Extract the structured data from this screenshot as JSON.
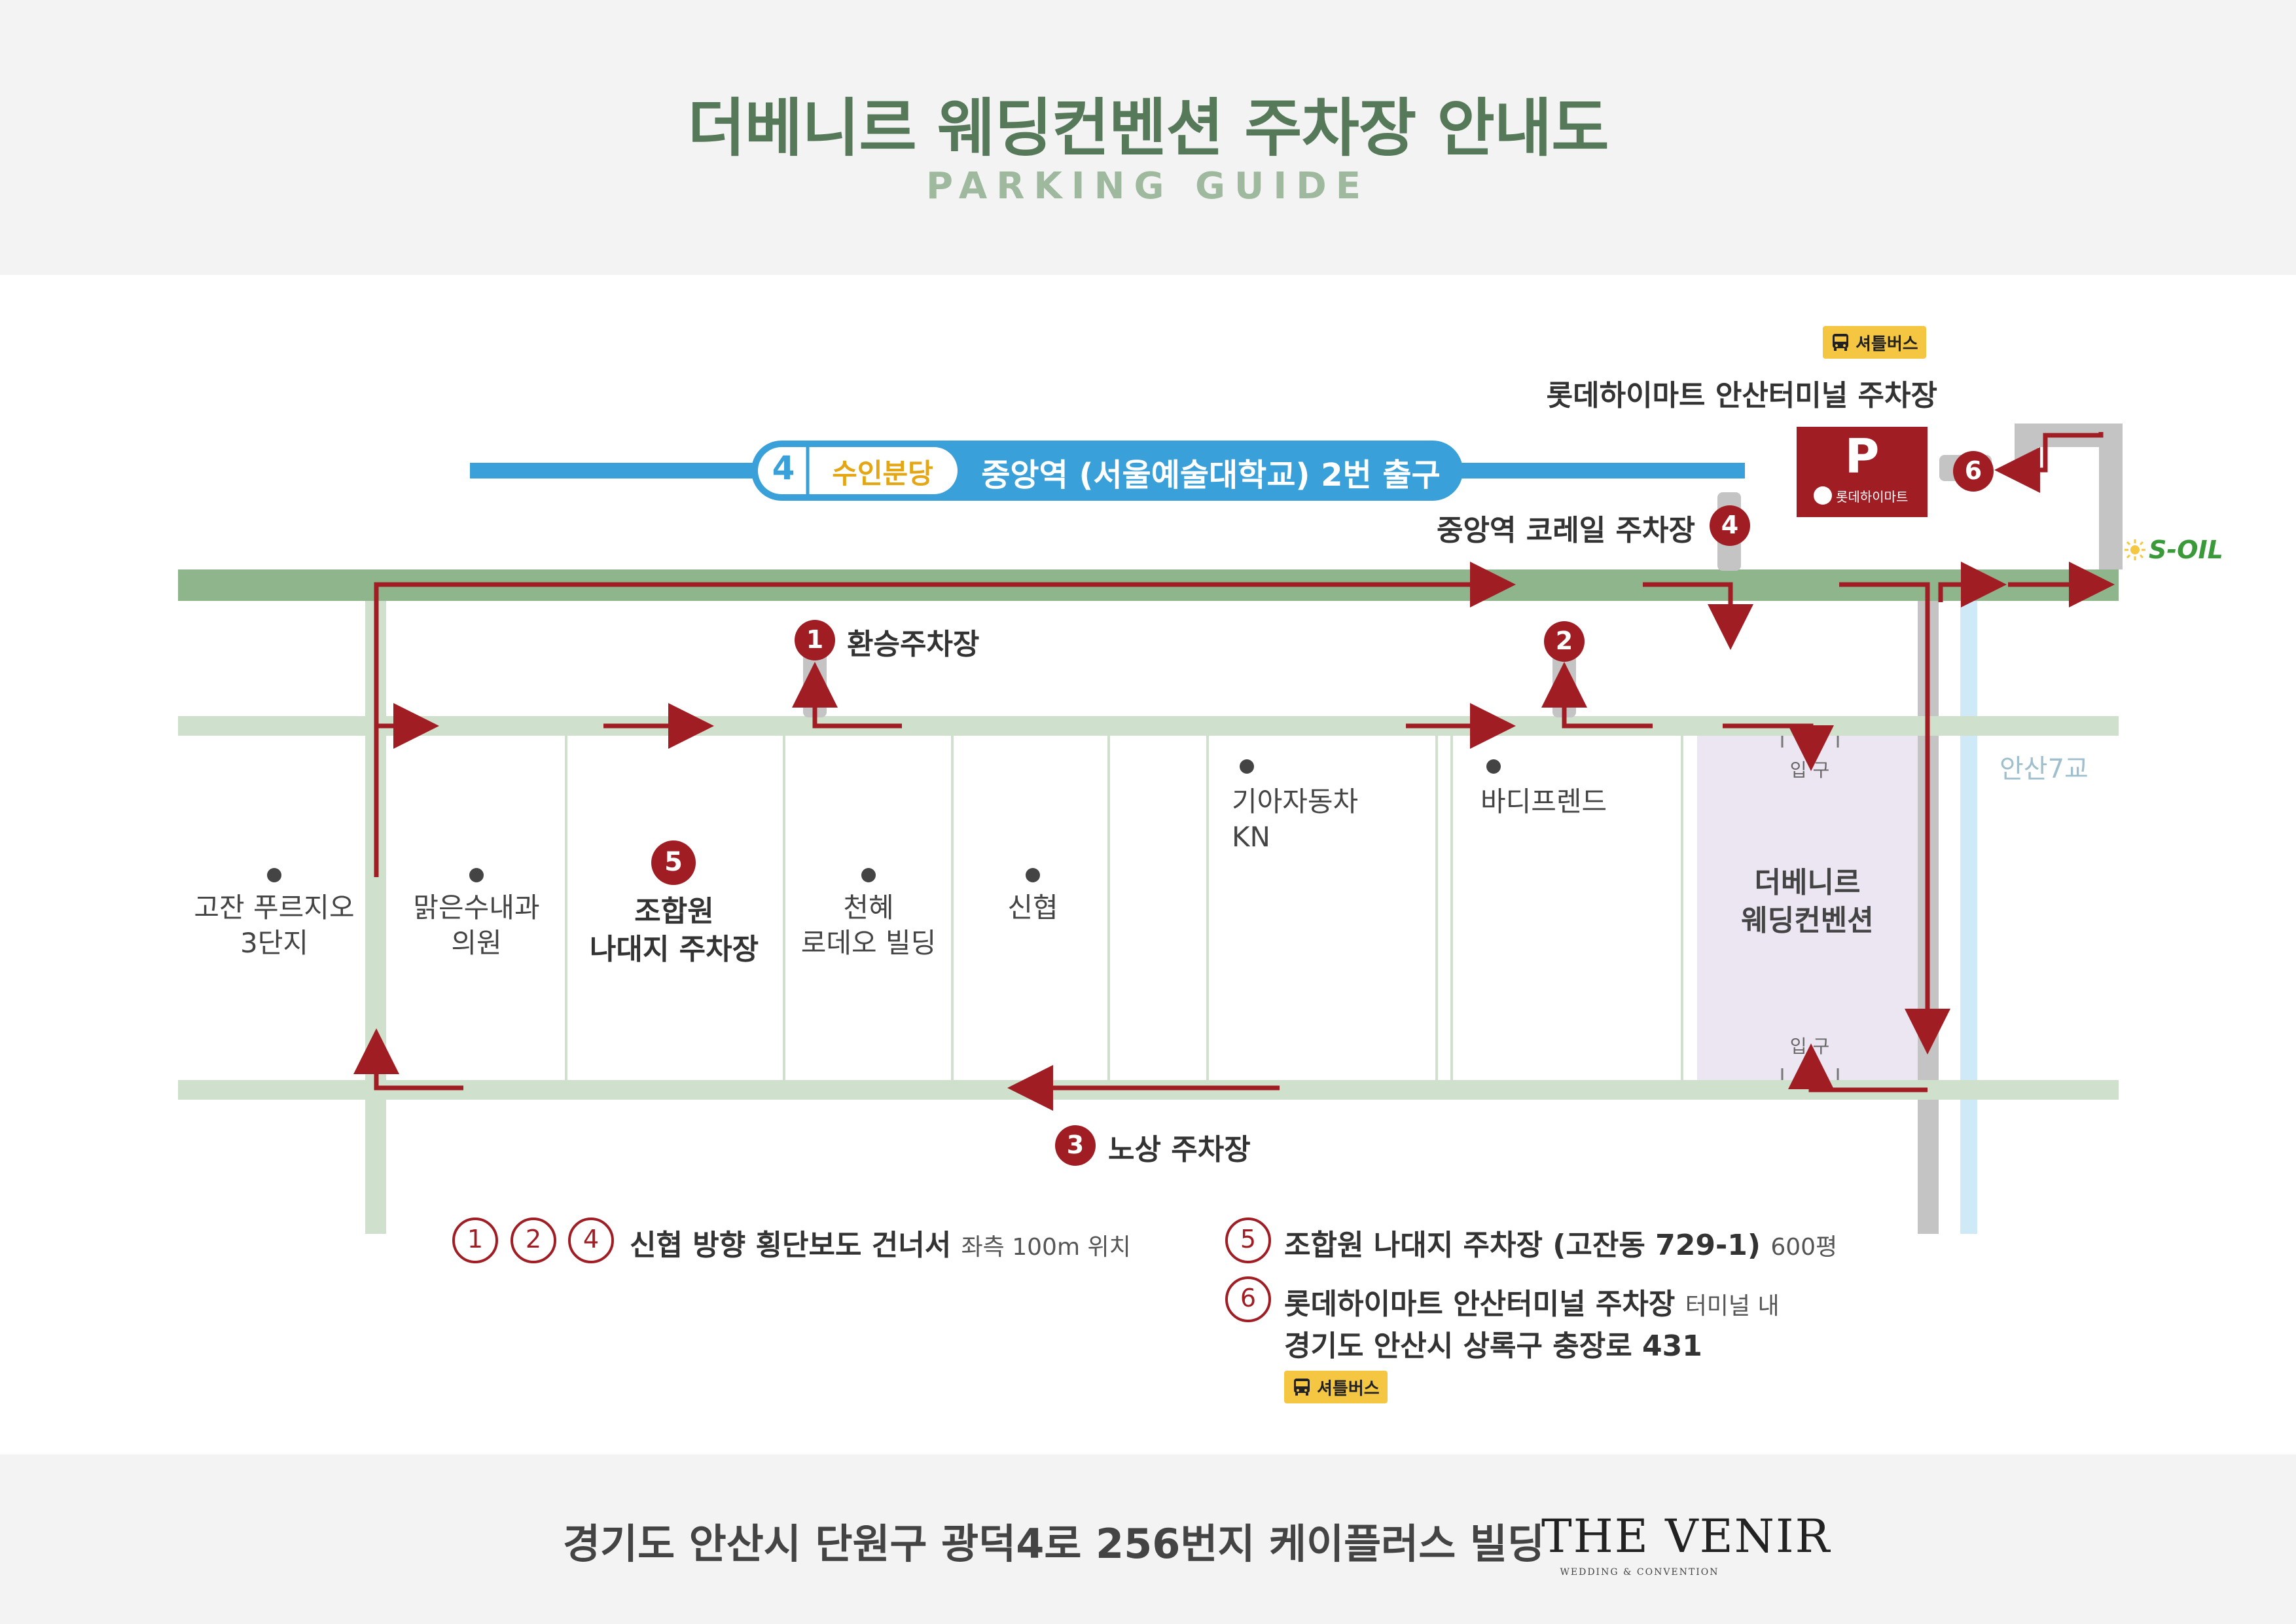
{
  "header": {
    "title": "더베니르 웨딩컨벤션 주차장 안내도",
    "subtitle": "PARKING GUIDE"
  },
  "map": {
    "subway": {
      "line_number": "4",
      "line_name": "수인분당",
      "station": "중앙역 (서울예술대학교) 2번 출구"
    },
    "lotte": {
      "shuttle": "셔틀버스",
      "title": "롯데하이마트 안산터미널 주차장",
      "parking_letter": "P",
      "brand": "롯데하이마트",
      "marker": "6"
    },
    "korail": {
      "label": "중앙역 코레일 주차장",
      "marker": "4"
    },
    "soil": "S-OIL",
    "transfer": {
      "label": "환승주차장",
      "marker": "1"
    },
    "lot2": {
      "marker": "2"
    },
    "bridge": "안산7교",
    "roadside": {
      "label": "노상 주차장",
      "marker": "3"
    },
    "union": {
      "marker": "5",
      "line1": "조합원",
      "line2": "나대지 주차장"
    },
    "venue": {
      "line1": "더베니르",
      "line2": "웨딩컨벤션",
      "entrance_top": "입 구",
      "entrance_bottom": "입 구"
    },
    "places": [
      {
        "line1": "고잔 푸르지오",
        "line2": "3단지"
      },
      {
        "line1": "맑은수내과",
        "line2": "의원"
      },
      {
        "line1": "천혜",
        "line2": "로데오 빌딩"
      },
      {
        "line1": "신협",
        "line2": ""
      },
      {
        "line1": "기아자동차",
        "line2": "KN"
      },
      {
        "line1": "바디프렌드",
        "line2": ""
      }
    ]
  },
  "legend": {
    "left": {
      "markers": [
        "1",
        "2",
        "4"
      ],
      "main": "신협 방향 횡단보도 건너서",
      "note": "좌측 100m 위치"
    },
    "right": [
      {
        "marker": "5",
        "main": "조합원 나대지 주차장 (고잔동 729-1)",
        "note": "600평"
      },
      {
        "marker": "6",
        "main": "롯데하이마트 안산터미널 주차장",
        "note": "터미널 내",
        "line2": "경기도 안산시 상록구 충장로 431"
      }
    ],
    "shuttle": "셔틀버스"
  },
  "footer": {
    "address": "경기도 안산시 단원구 광덕4로 256번지 케이플러스 빌딩",
    "logo_text": "THE VENIR",
    "logo_sub": "WEDDING & CONVENTION"
  },
  "colors": {
    "title_green": "#56795a",
    "main_road": "#8fb58d",
    "side_road": "#cfe0cd",
    "route_red": "#a11d24",
    "subway_blue": "#39a0da",
    "venue_lilac": "#ece6f3",
    "shuttle_yellow": "#f5c642"
  }
}
